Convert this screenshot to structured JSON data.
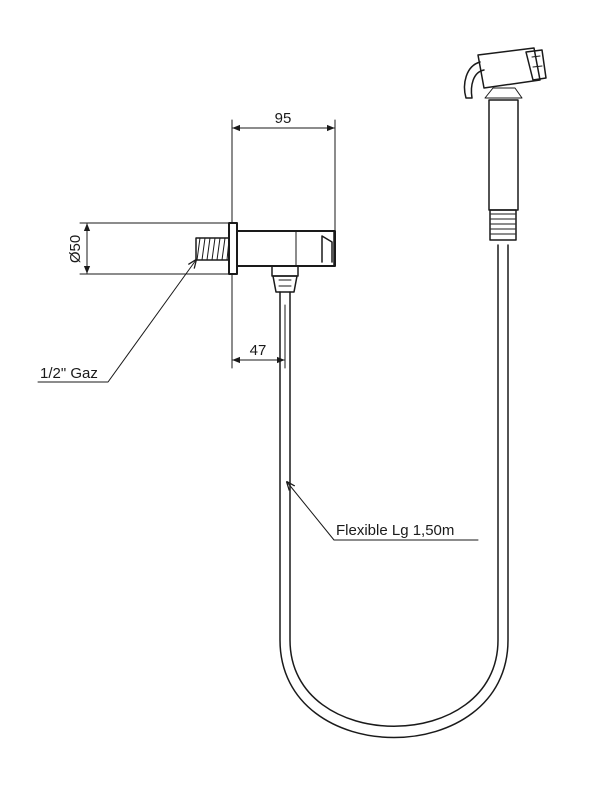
{
  "dimensions": {
    "width_95": "95",
    "diameter_50": "Ø50",
    "offset_47": "47"
  },
  "labels": {
    "thread": "1/2\" Gaz",
    "hose": "Flexible Lg 1,50m"
  }
}
